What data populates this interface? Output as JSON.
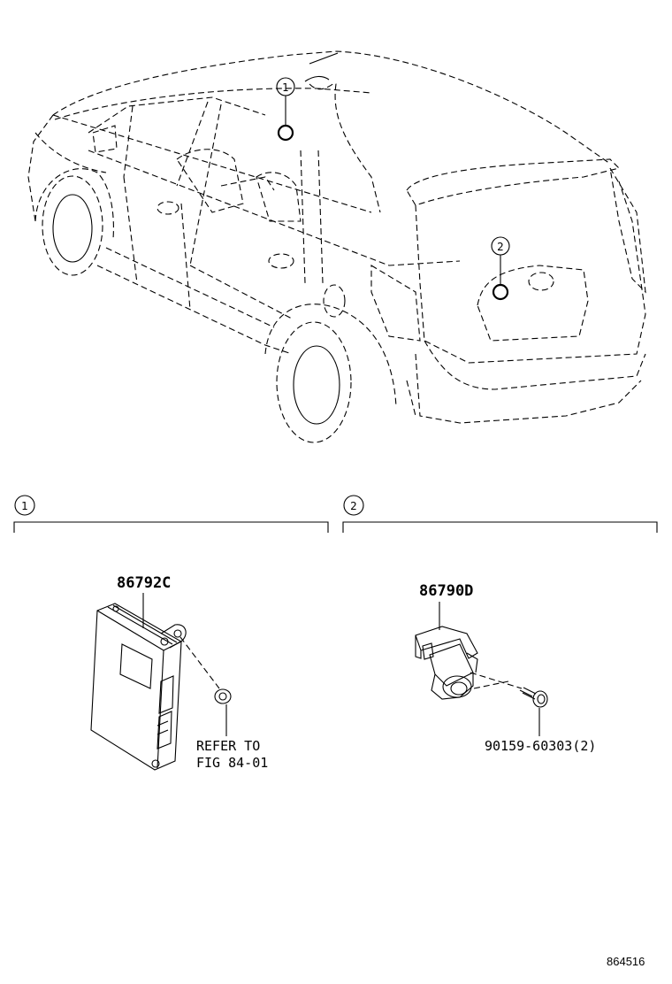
{
  "callouts": {
    "c1": "1",
    "c2": "2"
  },
  "sections": [
    {
      "number": "1"
    },
    {
      "number": "2"
    }
  ],
  "parts": {
    "ecu": "86792C",
    "camera": "86790D",
    "screw": "90159-60303(2)"
  },
  "reference": {
    "line1": "REFER TO",
    "line2": "FIG 84-01"
  },
  "figure_code": "864516"
}
